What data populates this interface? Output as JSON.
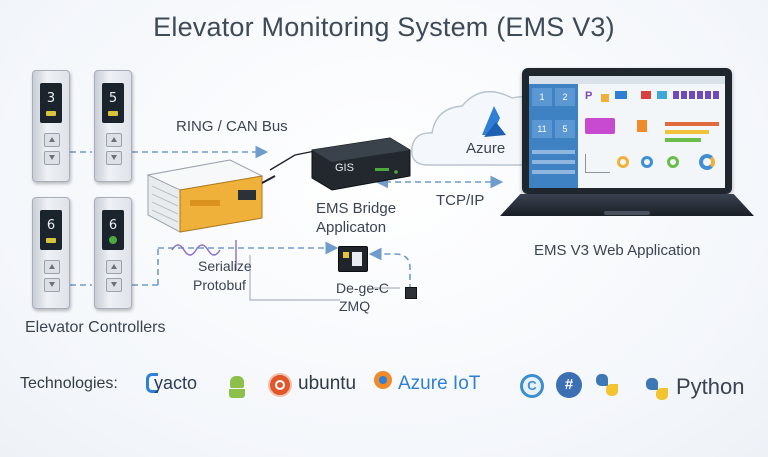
{
  "title": "Elevator Monitoring System (EMS V3)",
  "labels": {
    "bus": "RING / CAN Bus",
    "azure": "Azure",
    "tcp": "TCP/IP",
    "bridge_line1": "EMS Bridge",
    "bridge_line2": "Applicaton",
    "web_app": "EMS V3 Web Application",
    "serialize_line1": "Serialize",
    "serialize_line2": "Protobuf",
    "deserialize_line1": "De-ge-C",
    "deserialize_line2": "ZMQ",
    "controllers": "Elevator Controllers",
    "gateway": "GIS"
  },
  "panels": [
    {
      "floor": "3",
      "indicator": "yellow"
    },
    {
      "floor": "5",
      "indicator": "yellow"
    },
    {
      "floor": "6",
      "indicator": "yellow"
    },
    {
      "floor": "6",
      "indicator": "green"
    }
  ],
  "dashboard_tiles": [
    "1",
    "2",
    "11",
    "5"
  ],
  "technologies": {
    "label": "Technologies:",
    "yocto": "yacto",
    "ubuntu": "ubuntu",
    "azure_iot": "Azure IoT",
    "python": "Python"
  },
  "colors": {
    "arrow": "#6f9ccc",
    "azure_blue": "#2f7fd6",
    "gateway_orange": "#f0b13a",
    "ubuntu_orange": "#e2562a",
    "screen_bg": "#1b232c"
  }
}
